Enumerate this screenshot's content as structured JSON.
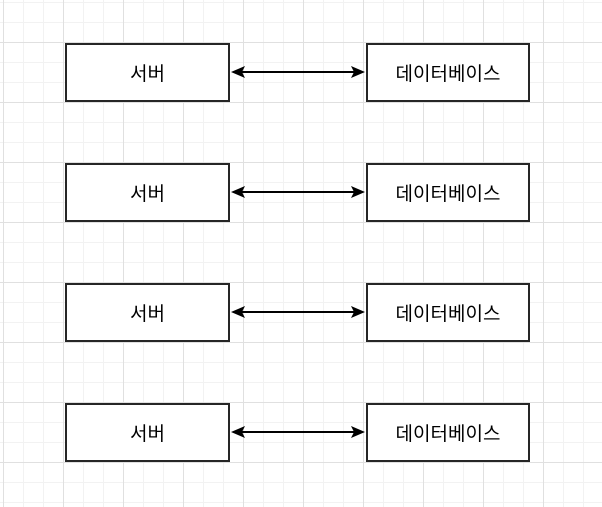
{
  "diagram": {
    "background_color": "#ffffff",
    "grid_minor_color": "#f2f2f2",
    "grid_major_color": "#e0e0e0",
    "node_border_color": "#262626",
    "node_fill_color": "#ffffff",
    "text_color": "#000000",
    "arrow_color": "#000000",
    "rows": [
      {
        "server_label": "서버",
        "database_label": "데이터베이스"
      },
      {
        "server_label": "서버",
        "database_label": "데이터베이스"
      },
      {
        "server_label": "서버",
        "database_label": "데이터베이스"
      },
      {
        "server_label": "서버",
        "database_label": "데이터베이스"
      }
    ]
  }
}
